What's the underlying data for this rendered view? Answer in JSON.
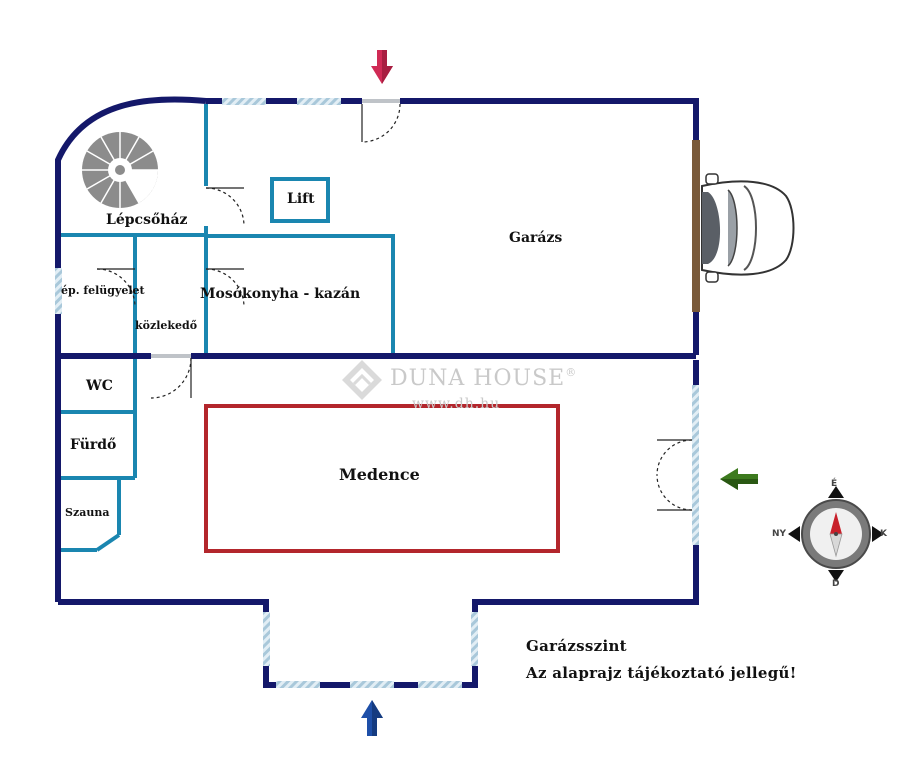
{
  "rooms": {
    "lepcsohaz": "Lépcsőház",
    "lift": "Lift",
    "garazs": "Garázs",
    "ep_felugyelet": "ép. felügyelet",
    "mosokonyha": "Mosókonyha - kazán",
    "kozlekedo": "közlekedő",
    "wc": "WC",
    "furdo": "Fürdő",
    "medence": "Medence",
    "szauna": "Szauna"
  },
  "watermark": {
    "brand": "DUNA HOUSE",
    "registered": "®",
    "url": "www.dh.hu"
  },
  "notes": {
    "level": "Garázsszint",
    "disclaimer": "Az alaprajz tájékoztató jellegű!"
  },
  "compass": {
    "north": "É",
    "east": "K",
    "south": "D",
    "west": "NY"
  },
  "colors": {
    "outer_wall": "#14186a",
    "inner_wall": "#1a86b0",
    "pool": "#b3262c",
    "arrow_top": "#d02a55",
    "arrow_bottom": "#1e4fa8",
    "arrow_right": "#3d7a1e",
    "garage_door": "#7a5a3a"
  },
  "icons": {
    "staircase": "spiral-staircase-icon",
    "car": "car-icon",
    "compass": "compass-icon",
    "logo": "duna-house-logo-icon"
  }
}
